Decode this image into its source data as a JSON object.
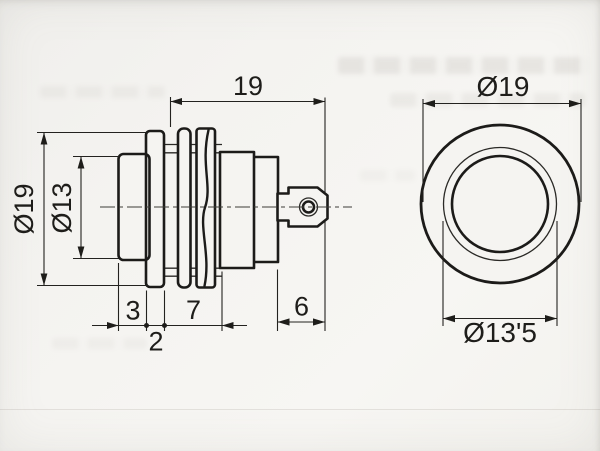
{
  "drawing": {
    "kind": "technical drawing - panel mount push button, side view and front view",
    "side_view": {
      "label_overall_length": "19",
      "label_flange_diameter": "Ø19",
      "label_cap_diameter": "Ø13",
      "label_cap_protrusion": "3",
      "label_flange_thickness": "2",
      "label_bushing_length": "7",
      "label_terminal_length": "6"
    },
    "front_view": {
      "label_outer_diameter": "Ø19",
      "label_opening_diameter": "Ø13'5"
    },
    "style": {
      "line_color": "#1c1b19",
      "dimension_color": "#23221f",
      "paper_color": "#f4f3f0"
    }
  }
}
